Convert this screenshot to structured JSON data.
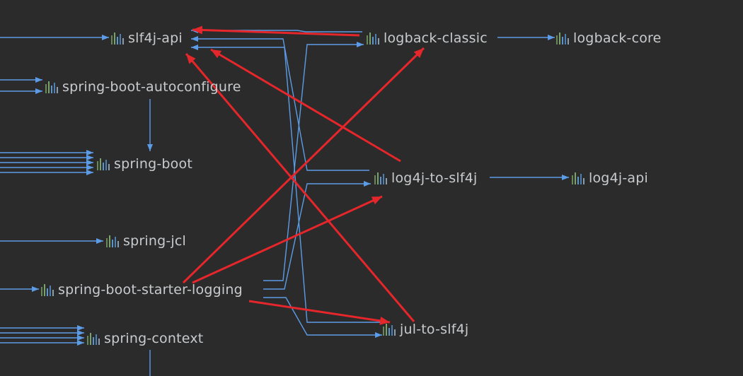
{
  "colors": {
    "background": "#2b2b2b",
    "dependency_edge": "#5c9ce6",
    "conflict_edge": "#e5262b",
    "label": "#c8cbce"
  },
  "nodes": {
    "slf4j_api": {
      "label": "slf4j-api",
      "icon": "maven-library-icon"
    },
    "logback_classic": {
      "label": "logback-classic",
      "icon": "maven-library-icon"
    },
    "logback_core": {
      "label": "logback-core",
      "icon": "maven-library-icon"
    },
    "spring_boot_autoconfigure": {
      "label": "spring-boot-autoconfigure",
      "icon": "maven-library-icon"
    },
    "spring_boot": {
      "label": "spring-boot",
      "icon": "maven-library-icon"
    },
    "log4j_to_slf4j": {
      "label": "log4j-to-slf4j",
      "icon": "maven-library-icon"
    },
    "log4j_api": {
      "label": "log4j-api",
      "icon": "maven-library-icon"
    },
    "spring_jcl": {
      "label": "spring-jcl",
      "icon": "maven-library-icon"
    },
    "spring_boot_starter_logging": {
      "label": "spring-boot-starter-logging",
      "icon": "maven-library-icon"
    },
    "jul_to_slf4j": {
      "label": "jul-to-slf4j",
      "icon": "maven-library-icon"
    },
    "spring_context": {
      "label": "spring-context",
      "icon": "maven-library-icon"
    }
  },
  "edges": [
    {
      "from": "logback_classic",
      "to": "logback_core",
      "kind": "dependency"
    },
    {
      "from": "log4j_to_slf4j",
      "to": "log4j_api",
      "kind": "dependency"
    },
    {
      "from": "logback_classic",
      "to": "slf4j_api",
      "kind": "dependency"
    },
    {
      "from": "log4j_to_slf4j",
      "to": "slf4j_api",
      "kind": "dependency"
    },
    {
      "from": "jul_to_slf4j",
      "to": "slf4j_api",
      "kind": "dependency"
    },
    {
      "from": "spring_boot_autoconfigure",
      "to": "spring_boot",
      "kind": "dependency"
    },
    {
      "from": "spring_boot_starter_logging",
      "to": "logback_classic",
      "kind": "dependency"
    },
    {
      "from": "spring_boot_starter_logging",
      "to": "log4j_to_slf4j",
      "kind": "dependency"
    },
    {
      "from": "spring_boot_starter_logging",
      "to": "jul_to_slf4j",
      "kind": "dependency"
    },
    {
      "from": "logback_classic",
      "to": "slf4j_api",
      "kind": "annotation"
    },
    {
      "from": "log4j_to_slf4j",
      "to": "slf4j_api",
      "kind": "annotation"
    },
    {
      "from": "jul_to_slf4j",
      "to": "slf4j_api",
      "kind": "annotation"
    },
    {
      "from": "spring_boot_starter_logging",
      "to": "logback_classic",
      "kind": "annotation"
    },
    {
      "from": "spring_boot_starter_logging",
      "to": "log4j_to_slf4j",
      "kind": "annotation"
    },
    {
      "from": "spring_boot_starter_logging",
      "to": "jul_to_slf4j",
      "kind": "annotation"
    }
  ]
}
